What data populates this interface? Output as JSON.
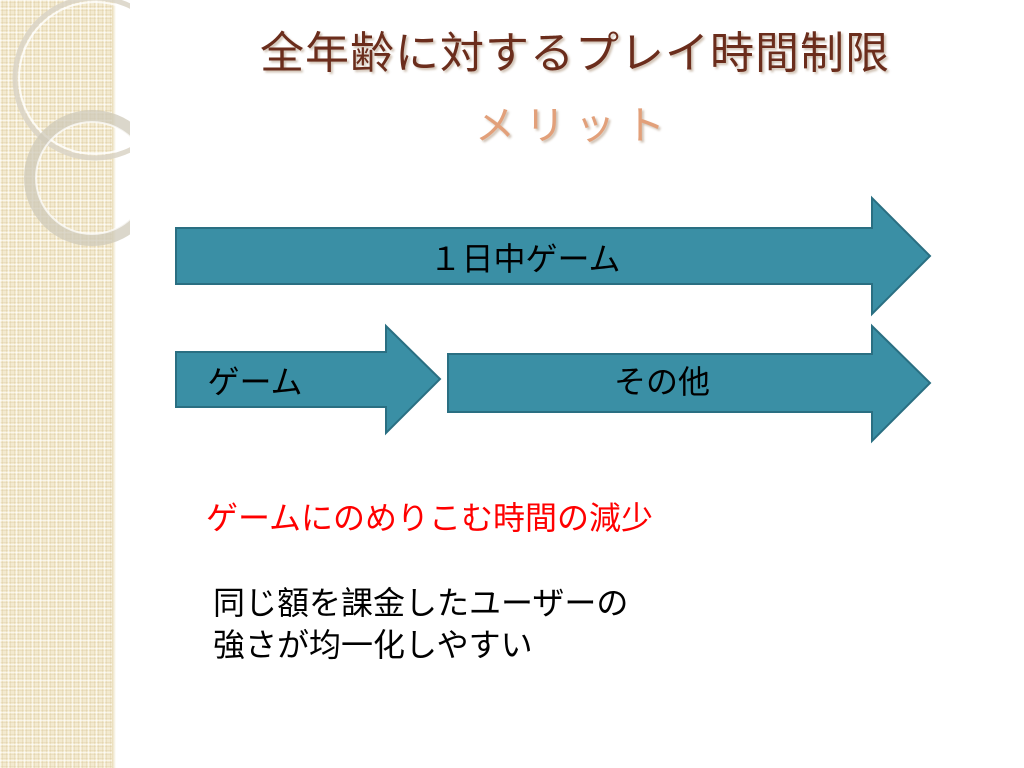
{
  "slide": {
    "title": "全年齢に対するプレイ時間制限",
    "subtitle": "メリット"
  },
  "arrows": {
    "full_day": "１日中ゲーム",
    "game": "ゲーム",
    "other": "その他"
  },
  "note": "ゲームにのめりこむ時間の減少",
  "body": {
    "line1": "同じ額を課金したユーザーの",
    "line2": "強さが均一化しやすい"
  },
  "colors": {
    "title": "#6b2d1c",
    "subtitle": "#e2a07a",
    "arrow_fill": "#3a8fa5",
    "arrow_stroke": "#2a6f82",
    "note": "#ff0000"
  }
}
